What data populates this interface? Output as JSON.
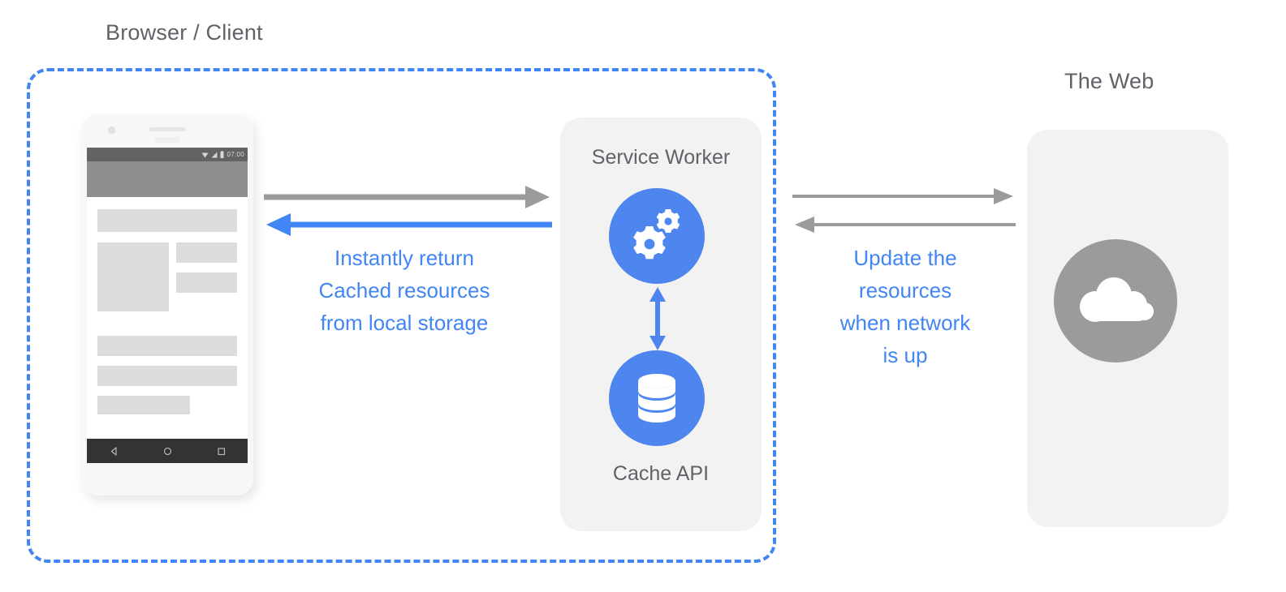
{
  "diagram": {
    "title_browser": "Browser / Client",
    "title_web": "The Web",
    "colors": {
      "accent_blue": "#4285f4",
      "icon_blue": "#4e85ef",
      "gray_text": "#5f6368",
      "gray_arrow": "#9b9b9b",
      "card_bg": "#f2f2f2"
    }
  },
  "service_worker": {
    "label": "Service Worker",
    "icon": "gears-icon"
  },
  "cache": {
    "label": "Cache API",
    "icon": "database-icon"
  },
  "web": {
    "label": "The Web",
    "icon": "cloud-icon"
  },
  "phone": {
    "status_time": "07:00",
    "status_icons": [
      "wifi-icon",
      "cellular-signal-icon",
      "battery-icon"
    ],
    "nav_icons": [
      "back-triangle-icon",
      "home-circle-icon",
      "recents-square-icon"
    ]
  },
  "annotations": {
    "left": {
      "line1": "Instantly return",
      "line2": "Cached resources",
      "line3": "from local storage"
    },
    "right": {
      "line1": "Update the",
      "line2": "resources",
      "line3": "when network",
      "line4": "is up"
    }
  },
  "arrows": [
    {
      "name": "phone-to-sw-request",
      "direction": "right",
      "color": "#9b9b9b"
    },
    {
      "name": "sw-to-phone-response",
      "direction": "left",
      "color": "#4285f4"
    },
    {
      "name": "sw-to-web-request",
      "direction": "right",
      "color": "#9b9b9b"
    },
    {
      "name": "web-to-sw-response",
      "direction": "left",
      "color": "#9b9b9b"
    },
    {
      "name": "sw-cache-bidirectional",
      "direction": "vertical-both",
      "color": "#4e85ef"
    }
  ]
}
